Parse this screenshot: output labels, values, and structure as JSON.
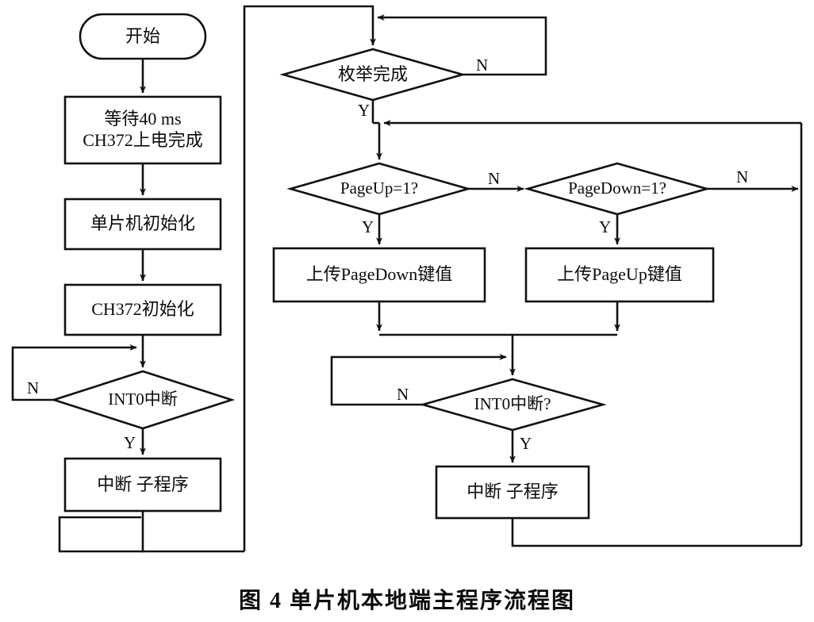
{
  "figure": {
    "caption": "图 4   单片机本地端主程序流程图",
    "caption_number": "图 4",
    "caption_text": "单片机本地端主程序流程图"
  },
  "nodes": {
    "start": {
      "label": "开始",
      "shape": "terminator"
    },
    "wait_power": {
      "label": "等待40 ms\nCH372上电完成",
      "shape": "process"
    },
    "mcu_init": {
      "label": "单片机初始化",
      "shape": "process"
    },
    "ch372_init": {
      "label": "CH372初始化",
      "shape": "process"
    },
    "int0_left": {
      "label": "INT0中断",
      "shape": "decision"
    },
    "isr_left": {
      "label": "中断 子程序",
      "shape": "process"
    },
    "enum_done": {
      "label": "枚举完成",
      "shape": "decision"
    },
    "pageup_test": {
      "label": "PageUp=1?",
      "shape": "decision"
    },
    "pagedown_test": {
      "label": "PageDown=1?",
      "shape": "decision"
    },
    "send_pagedown": {
      "label": "上传PageDown键值",
      "shape": "process"
    },
    "send_pageup": {
      "label": "上传PageUp键值",
      "shape": "process"
    },
    "int0_right": {
      "label": "INT0中断?",
      "shape": "decision"
    },
    "isr_right": {
      "label": "中断 子程序",
      "shape": "process"
    }
  },
  "edge_labels": {
    "int0_left_n": "N",
    "int0_left_y": "Y",
    "enum_done_n": "N",
    "enum_done_y": "Y",
    "pageup_n": "N",
    "pageup_y": "Y",
    "pagedown_n": "N",
    "pagedown_y": "Y",
    "int0_right_n": "N",
    "int0_right_y": "Y"
  },
  "colors": {
    "stroke": "#111111",
    "fill": "#ffffff",
    "text": "#0b0b0b",
    "background": "#ffffff"
  }
}
